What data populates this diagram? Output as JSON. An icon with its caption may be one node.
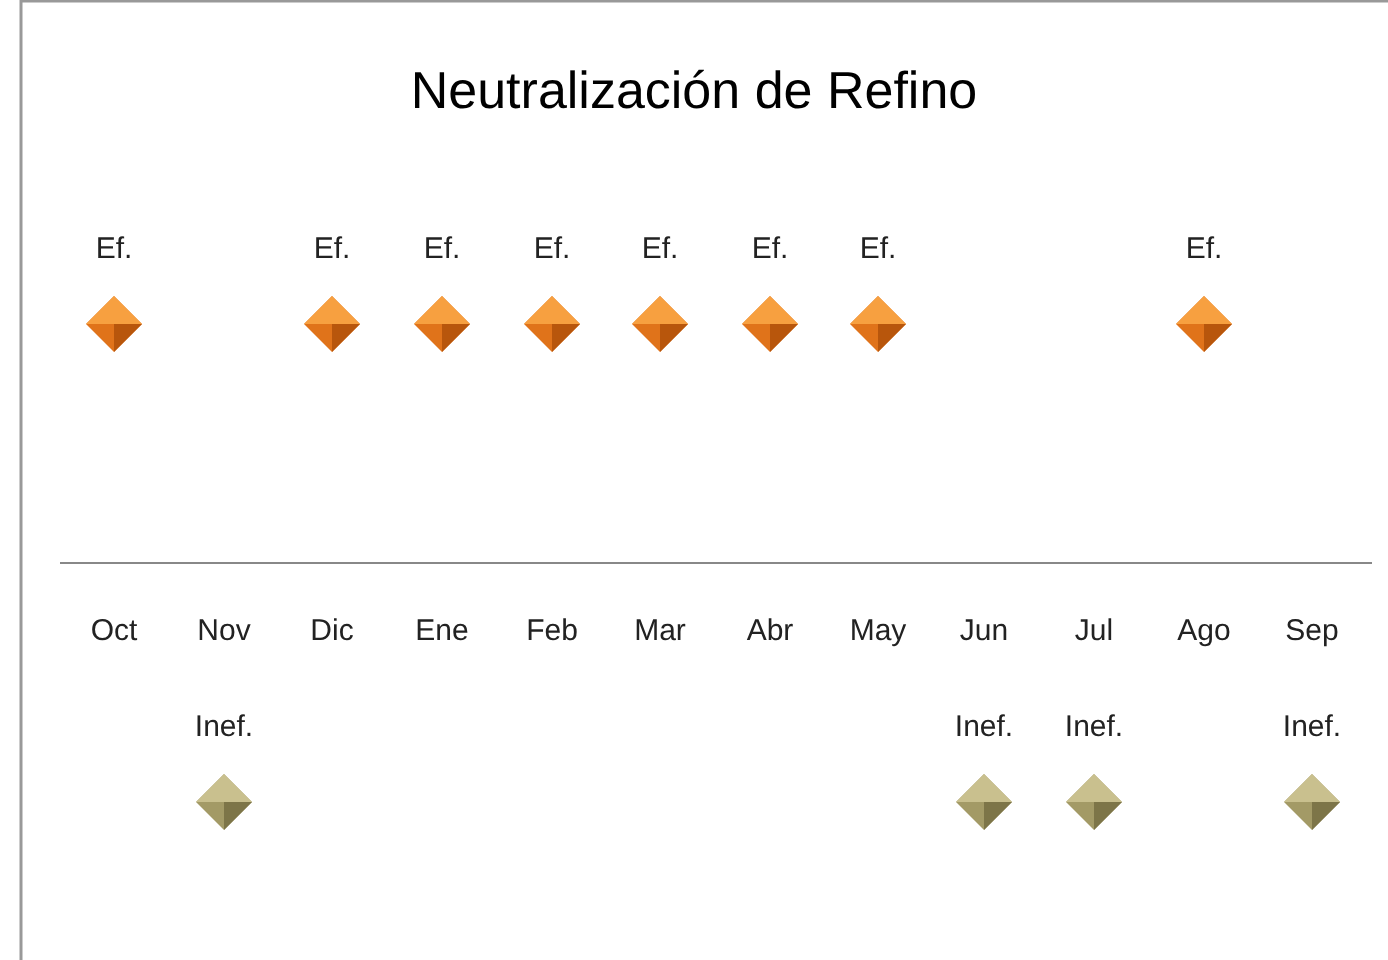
{
  "diagram": {
    "title": "Neutralización de Refino",
    "nodes": [
      {
        "text": [
          "Ef."
        ]
      },
      {
        "text": [
          "Inef."
        ]
      },
      {
        "text": [
          "Ef."
        ]
      },
      {
        "text": [
          "Ef."
        ]
      },
      {
        "text": [
          "Ef."
        ]
      },
      {
        "text": [
          "Ef."
        ]
      },
      {
        "text": [
          "Ef."
        ]
      },
      {
        "text": [
          "Ef."
        ]
      },
      {
        "text": [
          "Inef."
        ]
      },
      {
        "text": [
          "Inef."
        ]
      },
      {
        "text": [
          "Ef."
        ]
      },
      {
        "text": [
          "Inef."
        ]
      }
    ],
    "edges": [],
    "labels": [
      "Oct",
      "Nov",
      "Dic",
      "Ene",
      "Feb",
      "Mar",
      "Abr",
      "May",
      "Jun",
      "Jul",
      "Ago",
      "Sep"
    ]
  }
}
